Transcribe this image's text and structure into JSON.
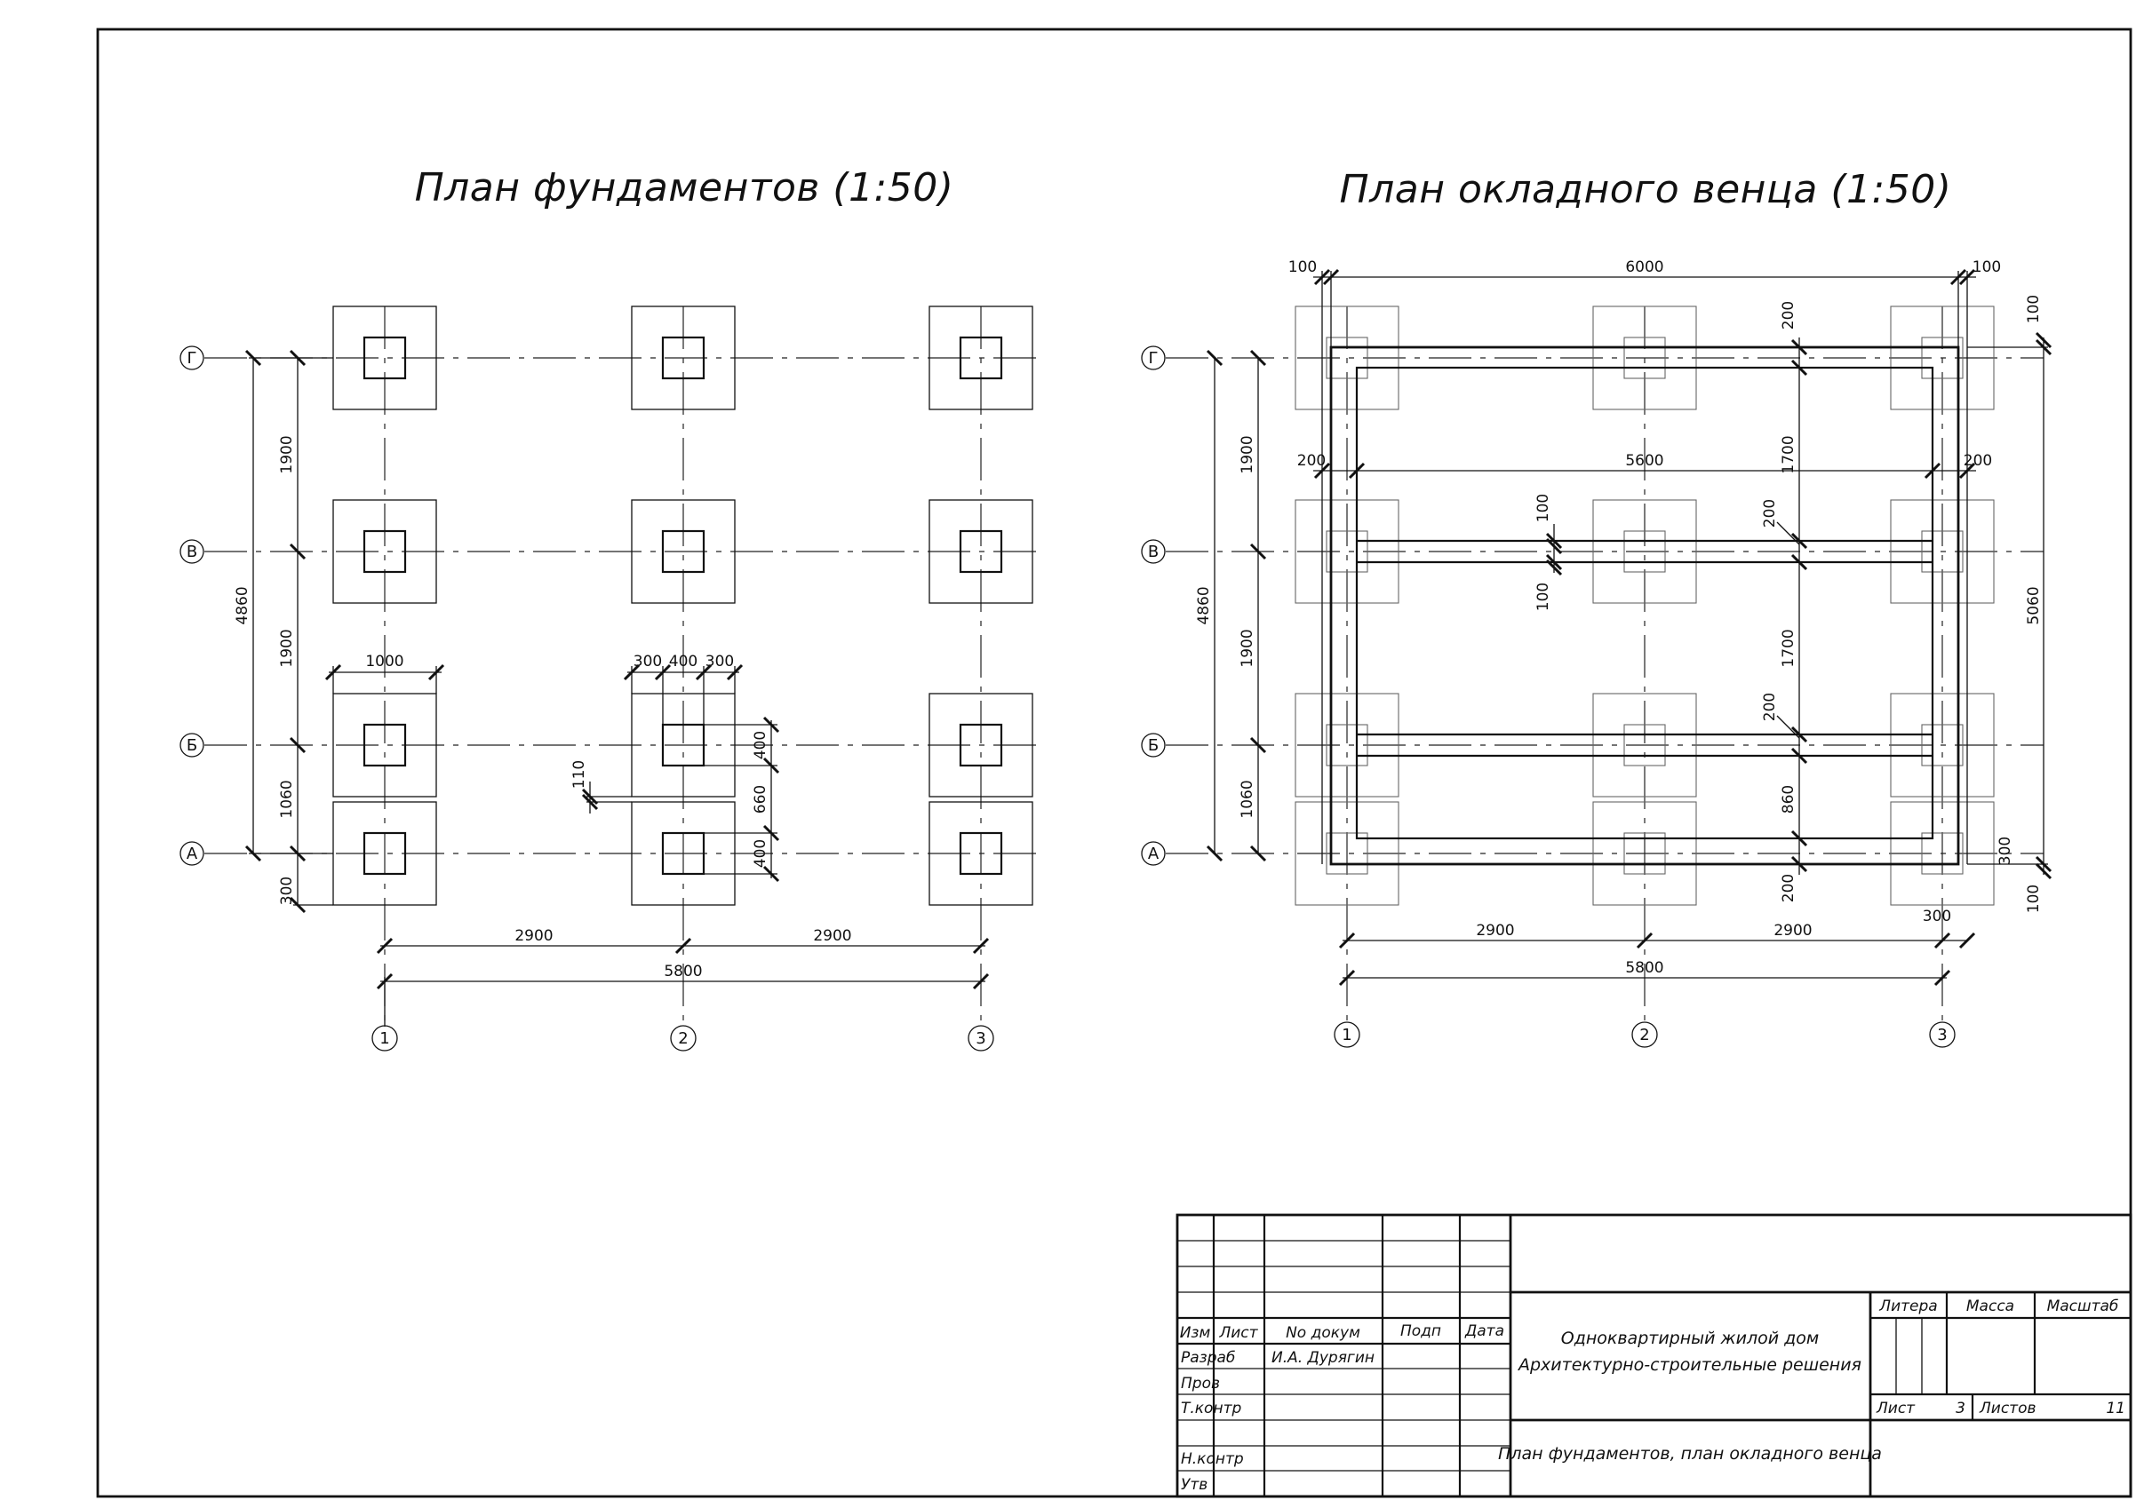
{
  "plans": {
    "left_title": "План фундаментов (1:50)",
    "right_title": "План окладного венца (1:50)"
  },
  "axes": {
    "rows": [
      "Г",
      "В",
      "Б",
      "А"
    ],
    "cols": [
      "1",
      "2",
      "3"
    ]
  },
  "left_dims": {
    "total_vertical": "4860",
    "row_1": "1900",
    "row_2": "1900",
    "row_3": "1060",
    "footing_offset": "300",
    "footing_width": "1000",
    "chunk_a": "300",
    "chunk_b": "400",
    "chunk_c": "300",
    "gap": "110",
    "pier_top": "400",
    "pier_between": "660",
    "pier_bottom": "400",
    "span_1": "2900",
    "span_2": "2900",
    "total_horizontal": "5800"
  },
  "right_dims": {
    "top_left": "100",
    "top_total": "6000",
    "top_right": "100",
    "mid_left": "200",
    "mid_total": "5600",
    "mid_right": "200",
    "top_beam": "200",
    "right_top": "100",
    "bay_1": "1700",
    "bay_2": "1700",
    "bay_3": "860",
    "beam_b": "200",
    "beam_a": "200",
    "bottom_beam": "200",
    "beam_v_top": "100",
    "beam_v_bottom": "100",
    "right_total": "5060",
    "right_bottom_1": "300",
    "right_bottom_2": "100",
    "bottom_right_300": "300",
    "total_vertical": "4860",
    "row_1": "1900",
    "row_2": "1900",
    "row_3": "1060",
    "span_1": "2900",
    "span_2": "2900",
    "total_horizontal": "5800"
  },
  "title_block": {
    "col_izm": "Изм",
    "col_list": "Лист",
    "col_doc": "No докум",
    "col_sign": "Подп",
    "col_date": "Дата",
    "role_dev": "Разраб",
    "role_check": "Пров",
    "role_tcontrol": "Т.контр",
    "role_ncontrol": "Н.контр",
    "role_approve": "Утв",
    "developer_name": "И.А. Дурягин",
    "project_line1": "Одноквартирный жилой дом",
    "project_line2": "Архитектурно-строительные решения",
    "litera": "Литера",
    "massa": "Масса",
    "masshtab": "Масштаб",
    "sheet_label": "Лист",
    "sheet_value": "3",
    "sheets_label": "Листов",
    "sheets_value": "11",
    "sheet_title": "План фундаментов, план окладного венца"
  }
}
